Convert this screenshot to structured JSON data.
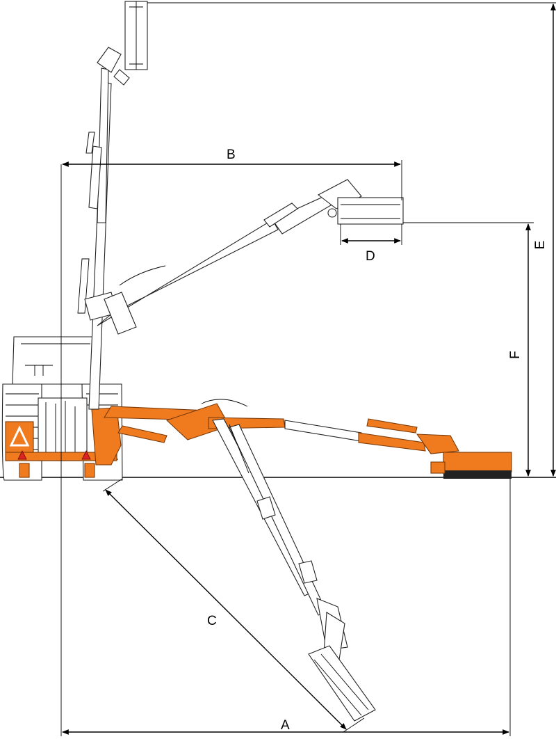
{
  "colors": {
    "accent": "#f07a1e",
    "outline": "#222222",
    "dimension": "#000000"
  },
  "dimensions": {
    "A": "A",
    "B": "B",
    "C": "C",
    "D": "D",
    "E": "E",
    "F": "F"
  }
}
